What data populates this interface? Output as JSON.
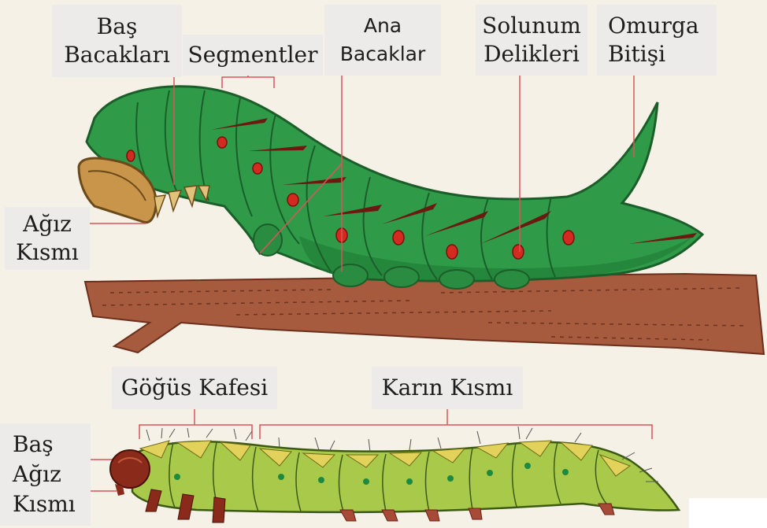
{
  "labels": {
    "head_legs": [
      "Baş",
      "Bacakları"
    ],
    "segments": "Segmentler",
    "main_legs": [
      "Ana",
      "Bacaklar"
    ],
    "spiracles": [
      "Solunum",
      "Delikleri"
    ],
    "spine": [
      "Omurga",
      "Bitişi"
    ],
    "mouth": [
      "Ağız",
      "Kısmı"
    ],
    "thorax": "Göğüs Kafesi",
    "abdomen": "Karın Kısmı",
    "head_mouth": [
      "Baş",
      "Ağız",
      "Kısmı"
    ]
  },
  "colors": {
    "body_green": "#2f9b48",
    "body_dark": "#1f7a35",
    "stripe": "#6a1a10",
    "spiracle": "#d32b1f",
    "branch": "#a65a3e",
    "leader_line": "#d9565a",
    "larva_green": "#a9c94a",
    "larva_yellow": "#e2d15a",
    "head_brown": "#8a2a1a"
  }
}
